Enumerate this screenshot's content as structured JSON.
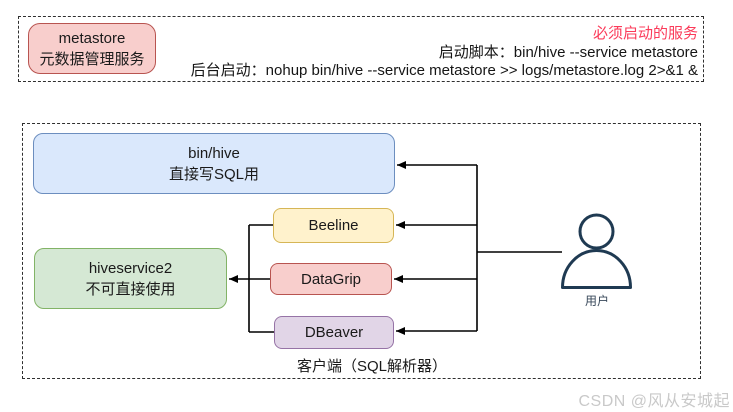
{
  "top_panel": {
    "metastore": {
      "line1": "metastore",
      "line2": "元数据管理服务"
    },
    "title": "必须启动的服务",
    "script_line": "启动脚本：bin/hive --service metastore",
    "background_line": "后台启动：nohup bin/hive --service metastore >> logs/metastore.log 2>&1 &"
  },
  "diagram": {
    "nodes": {
      "bin_hive": {
        "line1": "bin/hive",
        "line2": "直接写SQL用"
      },
      "beeline": {
        "label": "Beeline"
      },
      "datagrip": {
        "label": "DataGrip"
      },
      "dbeaver": {
        "label": "DBeaver"
      },
      "hiveservice2": {
        "line1": "hiveservice2",
        "line2": "不可直接使用"
      }
    },
    "user_label": "用户",
    "caption": "客户端（SQL解析器）"
  },
  "watermark": "CSDN @风从安城起",
  "colors": {
    "required_title_text": "#fb3b5a",
    "metastore_fill": "#f8cecc",
    "metastore_border": "#b85450",
    "bin_hive_fill": "#dae8fc",
    "bin_hive_border": "#6c8ebf",
    "beeline_fill": "#fff2cc",
    "beeline_border": "#d6b656",
    "datagrip_fill": "#f8cecc",
    "datagrip_border": "#b85450",
    "dbeaver_fill": "#e1d5e7",
    "dbeaver_border": "#9673a6",
    "hiveservice2_fill": "#d5e8d4",
    "hiveservice2_border": "#82b366",
    "connector": "#000000",
    "user_icon_stroke": "#1f3a52",
    "watermark_text": "#c9c9c9"
  }
}
